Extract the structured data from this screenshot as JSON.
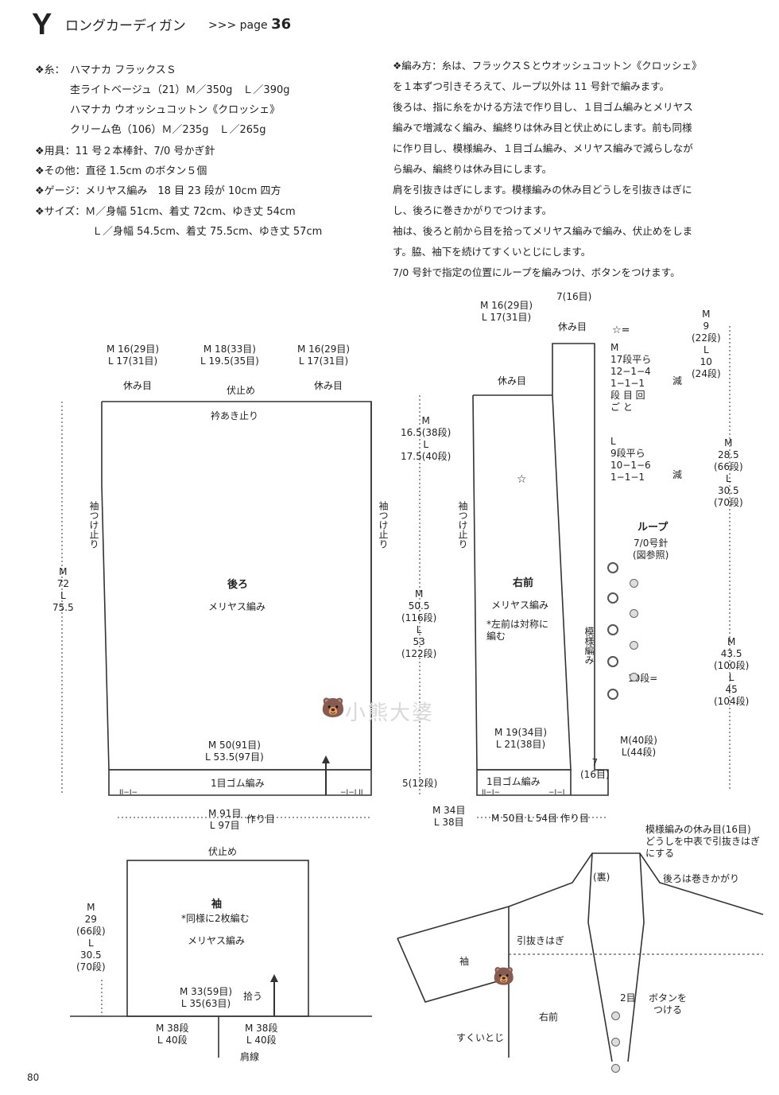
{
  "header": {
    "letter": "Y",
    "title": "ロングカーディガン",
    "page_ref": ">>> page",
    "page_num": "36"
  },
  "specs": {
    "yarn_label": "❖糸：",
    "yarn_line1": "ハマナカ フラックスＳ",
    "yarn_line2": "杢ライトベージュ（21）Ｍ／350g　Ｌ／390g",
    "yarn_line3": "ハマナカ ウオッシュコットン《クロッシェ》",
    "yarn_line4": "クリーム色（106）Ｍ／235g　Ｌ／265g",
    "tools": "❖用具：11 号２本棒針、7/0 号かぎ針",
    "other": "❖その他：直径 1.5cm のボタン５個",
    "gauge": "❖ゲージ：メリヤス編み　18 目 23 段が 10cm 四方",
    "size1": "❖サイズ：Ｍ／身幅 51cm、着丈 72cm、ゆき丈 54cm",
    "size2": "Ｌ／身幅 54.5cm、着丈 75.5cm、ゆき丈 57cm"
  },
  "method": {
    "l1": "❖編み方：糸は、フラックスＳとウオッシュコットン《クロッシェ》",
    "l2": "を１本ずつ引きそろえて、ループ以外は 11 号針で編みます。",
    "l3": "後ろは、指に糸をかける方法で作り目し、１目ゴム編みとメリヤス",
    "l4": "編みで増減なく編み、編終りは休み目と伏止めにします。前も同様",
    "l5": "に作り目し、模様編み、１目ゴム編み、メリヤス編みで減らしなが",
    "l6": "ら編み、編終りは休み目にします。",
    "l7": "肩を引抜きはぎにします。模様編みの休み目どうしを引抜きはぎに",
    "l8": "し、後ろに巻きかがりでつけます。",
    "l9": "袖は、後ろと前から目を拾ってメリヤス編みで編み、伏止めをしま",
    "l10": "す。脇、袖下を続けてすくいとじにします。",
    "l11": "7/0 号針で指定の位置にループを編みつけ、ボタンをつけます。"
  },
  "back": {
    "top_left": "M 16(29目)\nL 17(31目)",
    "top_mid": "M 18(33目)\nL 19.5(35目)",
    "top_right": "M 16(29目)\nL 17(31目)",
    "rest_left": "休み目",
    "bind": "伏止め",
    "rest_right": "休み目",
    "neck": "衿あき止り",
    "sleeve_mark": "袖つけ止り",
    "height": "M\n72\nL\n75.5",
    "name": "後ろ",
    "stitch": "メリヤス編み",
    "inc": "M 50(91目)\nL 53.5(97目)",
    "rib": "1目ゴム編み",
    "rib_sym": "II−I−",
    "rib_sym_r": "−I−I II",
    "cast": "M 91目\nL 97目",
    "cast_label": "作り目"
  },
  "front": {
    "top_rest": "M 16(29目)\nL 17(31目)",
    "band_top": "7(16目)",
    "band_rest": "休み目",
    "rest": "休み目",
    "upper_h": "M\n16.5(38段)\nL\n17.5(40段)",
    "star": "☆",
    "sleeve_mark": "袖つけ止り",
    "mid_h": "M\n50.5\n(116段)\nL\n53\n(122段)",
    "rib_h": "5(12段)",
    "name": "右前",
    "stitch": "メリヤス編み",
    "note": "*左前は対称に\n編む",
    "pattern": "模様編み",
    "inc": "M 19(34目)\nL 21(38目)",
    "rib": "1目ゴム編み",
    "band_w": "7\n(16目)",
    "band_rows": "M(40段)\nL(44段)",
    "cast_left": "M 34目\nL 38目",
    "cast_mid": "M 50目 L 54目 作り目",
    "loop_spacing": "10段=",
    "rib_sym": "II−I−",
    "rib_sym_r": "−I−I"
  },
  "star_note": {
    "title": "☆=",
    "m": "M\n17段平ら\n12−1−4\n1−1−1\n段 目 回\nご と",
    "m_dec": "減",
    "l": "L\n9段平ら\n10−1−6\n1−1−1",
    "l_dec": "減"
  },
  "loop_note": {
    "title": "ループ",
    "sub": "7/0号針\n(図参照)"
  },
  "right_dims": {
    "top": "M\n9\n(22段)\nL\n10\n(24段)",
    "mid": "M\n28.5\n(66段)\nL\n30.5\n(70段)",
    "low": "M\n43.5\n(100段)\nL\n45\n(104段)"
  },
  "sleeve": {
    "bind": "伏止め",
    "height": "M\n29\n(66段)\nL\n30.5\n(70段)",
    "name": "袖",
    "note": "*同様に2枚編む",
    "stitch": "メリヤス編み",
    "pick": "M 33(59目)\nL 35(63目)",
    "pick_label": "拾う",
    "left": "M 38段\nL 40段",
    "right": "M 38段\nL 40段",
    "shoulder": "肩線"
  },
  "assembly": {
    "note1": "模様編みの休み目(16目)\nどうしを中表で引抜きはぎ\nにする",
    "ura": "(裏)",
    "note2": "後ろは巻きかがり",
    "seam": "引抜きはぎ",
    "sleeve": "袖",
    "front": "右前",
    "side": "すくいとじ",
    "two": "2目",
    "btn": "ボタンを\nつける"
  },
  "watermark": "小熊大婆",
  "page_number": "80"
}
